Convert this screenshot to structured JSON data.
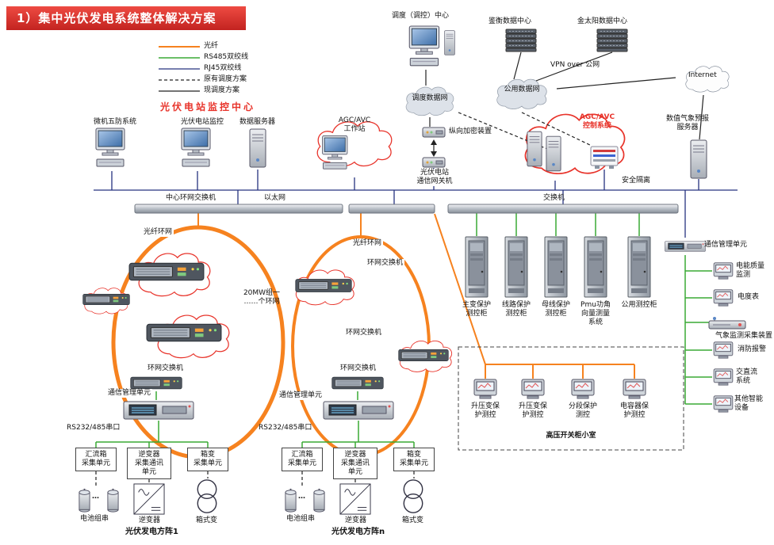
{
  "title": "1）集中光伏发电系统整体解决方案",
  "legend": {
    "items": [
      {
        "label": "光纤",
        "color": "#f6821f",
        "dash": "solid"
      },
      {
        "label": "RS485双绞线",
        "color": "#3aaa35",
        "dash": "solid"
      },
      {
        "label": "RJ45双绞线",
        "color": "#26337f",
        "dash": "solid"
      },
      {
        "label": "原有调度方案",
        "color": "#222222",
        "dash": "dashed"
      },
      {
        "label": "现调度方案",
        "color": "#222222",
        "dash": "solid"
      }
    ],
    "monitor_center": "光伏电站监控中心"
  },
  "top": {
    "dispatch_center": "调度（调控）中心",
    "dispatch_net": "调度数据网",
    "public_net": "公用数据网",
    "jianheng_dc": "鉴衡数据中心",
    "jintaiyang_dc": "金太阳数据中心",
    "vpn": "VPN over 公网",
    "internet": "Internet",
    "weather_server": "数值气象预报\n服务器",
    "encrypt_device": "纵向加密装置",
    "gateway": "光伏电站\n通信网关机",
    "security_isolation": "安全隔离",
    "agc_workstation": "AGC/AVC\n工作站",
    "agc_control": "AGC/AVC\n控制系统"
  },
  "row2": {
    "wujifang": "微机五防系统",
    "pv_monitor": "光伏电站监控",
    "data_server": "数据服务器"
  },
  "network": {
    "center_ring_switch": "中心环网交换机",
    "ethernet": "以太网",
    "switch": "交换机"
  },
  "rings": {
    "ring1": {
      "fiber_label": "光纤环网",
      "switch_label": "环网交换机",
      "comm_label": "通信管理单元",
      "serial_label": "RS232/485串口"
    },
    "ring2": {
      "fiber_label": "光纤环网",
      "switch_top": "环网交换机",
      "switch_right": "环网交换机",
      "switch_bottom": "环网交换机",
      "comm_label": "通信管理单元",
      "serial_label": "RS232/485串口",
      "group_note": "20MW组一\n……个环网"
    }
  },
  "cabinets": [
    "主变保护\n测控柜",
    "线路保护\n测控柜",
    "母线保护\n测控柜",
    "Pmu功角\n向量测量\n系统",
    "公用测控柜"
  ],
  "right_column": {
    "comm_unit": "通信管理单元",
    "items": [
      "电能质量\n监测",
      "电度表",
      "气象监测采集装置",
      "消防报警",
      "交直流\n系统",
      "其他智能\n设备"
    ]
  },
  "switchgear_room": {
    "title": "高压开关柜小室",
    "devices": [
      "升压变保\n护测控",
      "升压变保\n护测控",
      "分段保护\n测控",
      "电容器保\n护测控"
    ]
  },
  "arrays": {
    "array1": {
      "boxes": [
        "汇流箱\n采集单元",
        "逆变器\n采集通讯\n单元",
        "箱变\n采集单元"
      ],
      "battery": "电池组串",
      "battery_dots": "…",
      "inverter": "逆变器",
      "transformer": "箱式变",
      "caption": "光伏发电方阵1"
    },
    "arrayn": {
      "boxes": [
        "汇流箱\n采集单元",
        "逆变器\n采集通讯\n单元",
        "箱变\n采集单元"
      ],
      "battery": "电池组串",
      "battery_dots": "…",
      "inverter": "逆变器",
      "transformer": "箱式变",
      "caption": "光伏发电方阵n"
    }
  }
}
